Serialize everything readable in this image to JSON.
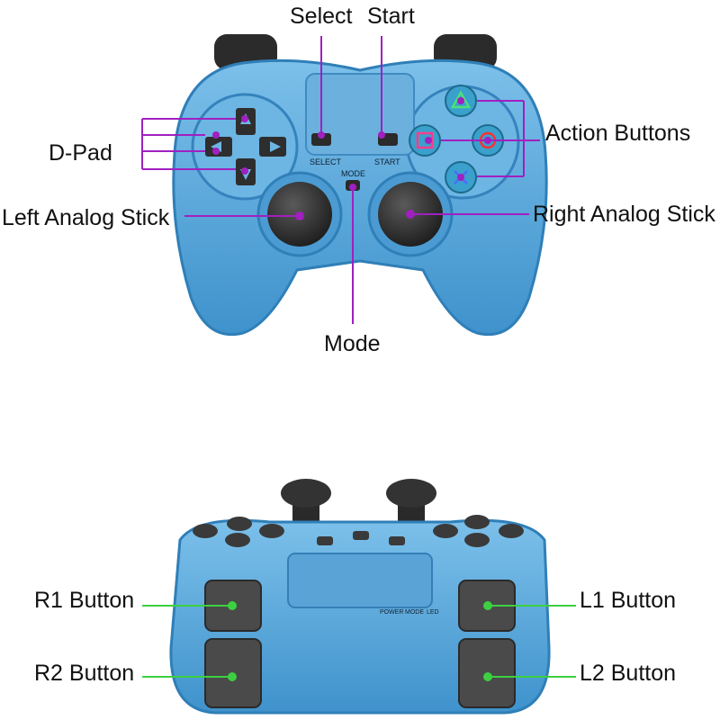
{
  "top_view": {
    "labels": {
      "select": "Select",
      "start": "Start",
      "dpad": "D-Pad",
      "action_buttons": "Action Buttons",
      "left_stick": "Left Analog Stick",
      "right_stick": "Right Analog Stick",
      "mode": "Mode"
    },
    "printed": {
      "select": "SELECT",
      "start": "START",
      "mode": "MODE"
    }
  },
  "rear_view": {
    "labels": {
      "r1": "R1 Button",
      "r2": "R2 Button",
      "l1": "L1 Button",
      "l2": "L2 Button"
    },
    "printed": {
      "power": "POWER",
      "mode": "MODE",
      "led": "LED"
    }
  },
  "colors": {
    "body": "#5aa9dd",
    "body_dark": "#2f7fb8",
    "callout_top": "#a020c0",
    "callout_bottom": "#3cd040",
    "text": "#111111"
  }
}
